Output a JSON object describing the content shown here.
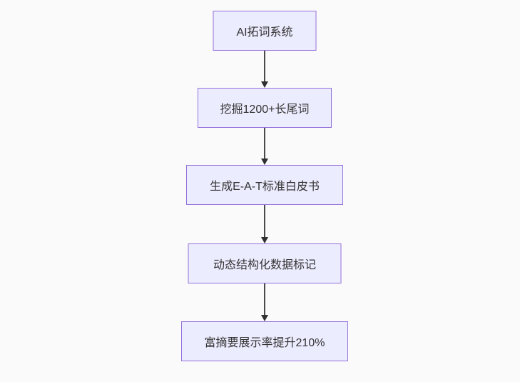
{
  "diagram": {
    "type": "flowchart",
    "direction": "top-down",
    "colors": {
      "background": "#fafafa",
      "node_fill": "#ececff",
      "node_border": "#9370db",
      "arrow": "#333333",
      "text": "#333333"
    },
    "nodes": [
      {
        "label": "AI拓词系统"
      },
      {
        "label": "挖掘1200+长尾词"
      },
      {
        "label": "生成E-A-T标准白皮书"
      },
      {
        "label": "动态结构化数据标记"
      },
      {
        "label": "富摘要展示率提升210%"
      }
    ],
    "edges": [
      {
        "from": "AI拓词系统",
        "to": "挖掘1200+长尾词"
      },
      {
        "from": "挖掘1200+长尾词",
        "to": "生成E-A-T标准白皮书"
      },
      {
        "from": "生成E-A-T标准白皮书",
        "to": "动态结构化数据标记"
      },
      {
        "from": "动态结构化数据标记",
        "to": "富摘要展示率提升210%"
      }
    ]
  }
}
